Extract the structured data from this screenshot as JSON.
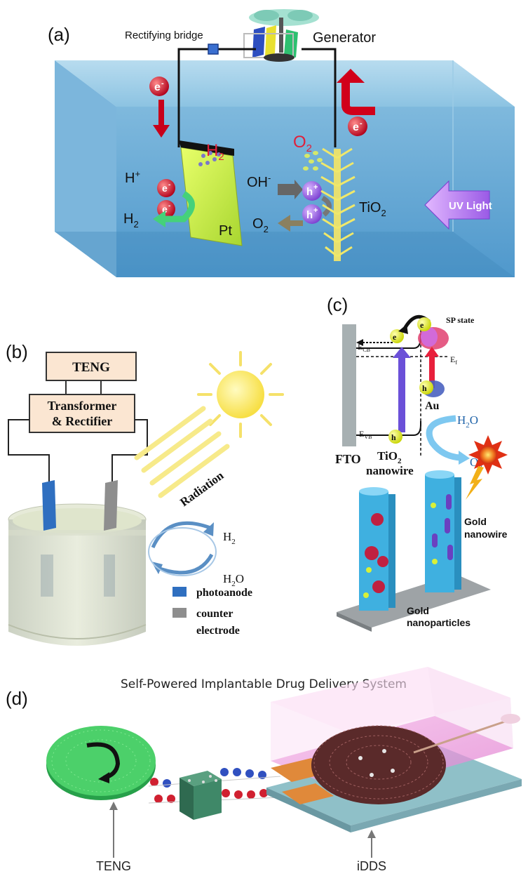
{
  "panel_a": {
    "label": "(a)",
    "rectifying_bridge": "Rectifying bridge",
    "generator": "Generator",
    "electron_symbol": "e",
    "minus": "-",
    "h2_top": "H",
    "h2_top_sub": "2",
    "o2_top": "O",
    "o2_top_sub": "2",
    "h_plus": "H",
    "plus": "+",
    "h2_bottom": "H",
    "h2_bottom_sub": "2",
    "pt_label": "Pt",
    "oh_minus": "OH",
    "hole_symbol": "h",
    "o2_bottom": "O",
    "o2_bottom_sub": "2",
    "tio2": "TiO",
    "tio2_sub": "2",
    "uv_light": "UV Light"
  },
  "panel_b": {
    "label": "(b)",
    "teng": "TENG",
    "transformer_line1": "Transformer",
    "transformer_line2": "& Rectifier",
    "radiation": "Radiation",
    "h2": "H",
    "h2_sub": "2",
    "h2o": "H",
    "h2o_sub": "2",
    "h2o_end": "O",
    "legend_photoanode": "photoanode",
    "legend_counter_1": "counter",
    "legend_counter_2": "electrode",
    "colors": {
      "photoanode": "#2f6fc0",
      "counter": "#8e8e8e"
    }
  },
  "panel_c": {
    "label": "(c)",
    "electron": "e",
    "sp_state": "SP state",
    "ecb": "E",
    "ecb_sub": "CB",
    "ef": "E",
    "ef_sub": "f",
    "hole": "h",
    "au": "Au",
    "evb": "E",
    "evb_sub": "VB",
    "fto": "FTO",
    "tio2_1": "TiO",
    "tio2_1_sub": "2",
    "tio2_2": "nanowire",
    "h2o": "H",
    "h2o_sub": "2",
    "h2o_end": "O",
    "o2": "O",
    "o2_sub": "2",
    "gold_nanowire_1": "Gold",
    "gold_nanowire_2": "nanowire",
    "gold_np_1": "Gold",
    "gold_np_2": "nanoparticles"
  },
  "panel_d": {
    "label": "(d)",
    "title": "Self-Powered Implantable Drug Delivery System",
    "teng": "TENG",
    "idds": "iDDS"
  }
}
